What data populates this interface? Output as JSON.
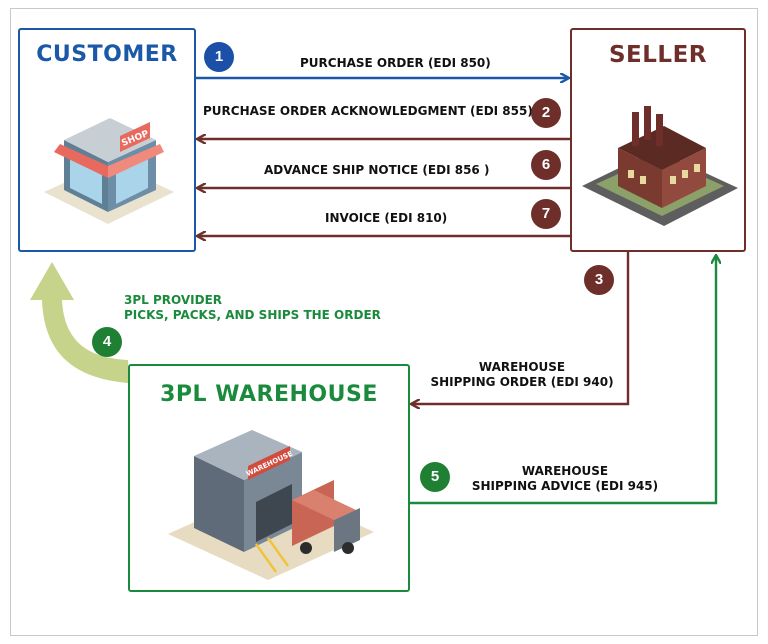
{
  "nodes": {
    "customer": "CUSTOMER",
    "seller": "SELLER",
    "warehouse": "3PL WAREHOUSE"
  },
  "flows": [
    {
      "step": "1",
      "label": "PURCHASE ORDER (EDI 850)"
    },
    {
      "step": "2",
      "label": "PURCHASE ORDER ACKNOWLEDGMENT (EDI 855)"
    },
    {
      "step": "6",
      "label": "ADVANCE SHIP NOTICE (EDI 856 )"
    },
    {
      "step": "7",
      "label": "INVOICE (EDI 810)"
    },
    {
      "step": "3",
      "label_line1": "WAREHOUSE",
      "label_line2": "SHIPPING ORDER (EDI 940)"
    },
    {
      "step": "4",
      "label_line1": "3PL PROVIDER",
      "label_line2": "PICKS, PACKS, AND SHIPS THE ORDER"
    },
    {
      "step": "5",
      "label_line1": "WAREHOUSE",
      "label_line2": "SHIPPING ADVICE (EDI 945)"
    }
  ],
  "illustration_text": {
    "shop_sign": "SHOP",
    "warehouse_sign": "WAREHOUSE"
  },
  "colors": {
    "customer": "#1b58a8",
    "seller": "#6e2f2a",
    "warehouse": "#1a8a3c",
    "return_arrow": "#c5d48a"
  }
}
